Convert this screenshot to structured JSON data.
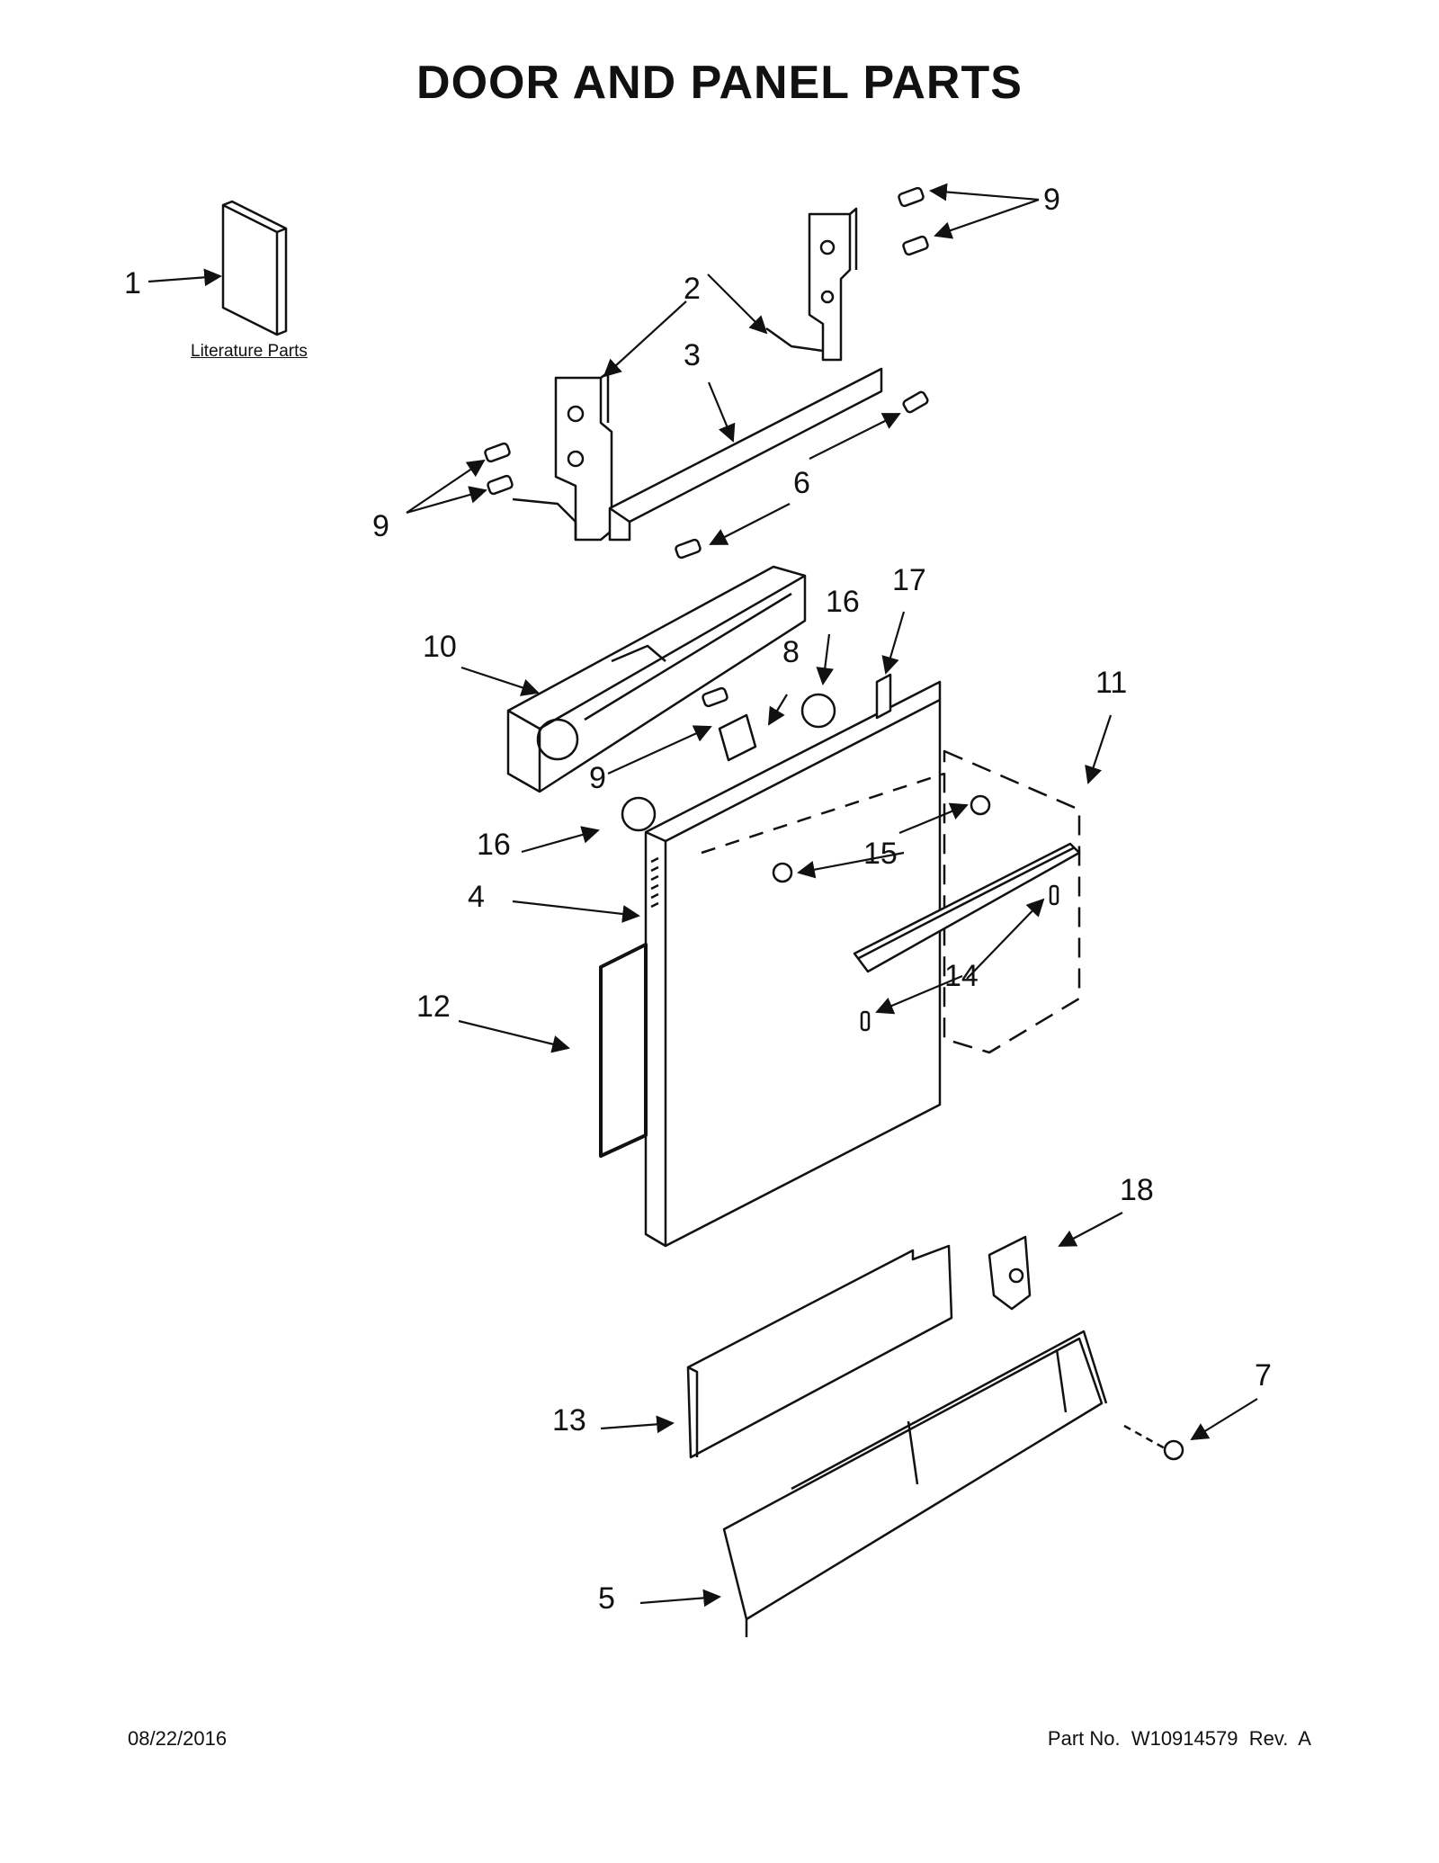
{
  "title": "DOOR AND PANEL PARTS",
  "literature_label": "Literature Parts",
  "footer": {
    "date": "08/22/2016",
    "part_no": "Part No.  W10914579  Rev.  A"
  },
  "callouts": [
    "1",
    "2",
    "3",
    "6",
    "9",
    "9",
    "9",
    "9",
    "10",
    "8",
    "16",
    "17",
    "11",
    "16",
    "15",
    "4",
    "14",
    "12",
    "18",
    "13",
    "7",
    "5"
  ]
}
